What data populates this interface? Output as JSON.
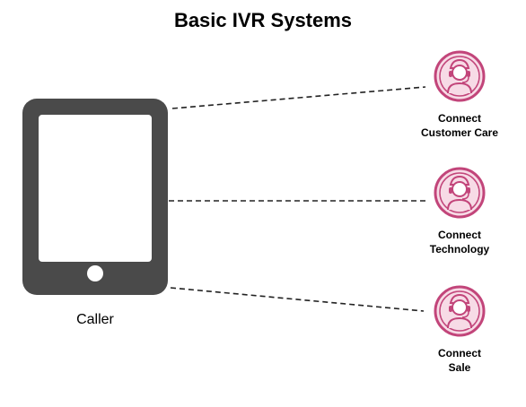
{
  "title": "Basic IVR Systems",
  "caller": {
    "label": "Caller"
  },
  "agents": [
    {
      "line1": "Connect",
      "line2": "Customer Care"
    },
    {
      "line1": "Connect",
      "line2": "Technology"
    },
    {
      "line1": "Connect",
      "line2": "Sale"
    }
  ],
  "colors": {
    "device": "#4a4a4a",
    "agent_ring": "#c2457a",
    "agent_fill": "#f7dbe6",
    "connector": "#222222"
  },
  "icons": {
    "caller": "tablet-icon",
    "agent": "headset-agent-icon"
  }
}
